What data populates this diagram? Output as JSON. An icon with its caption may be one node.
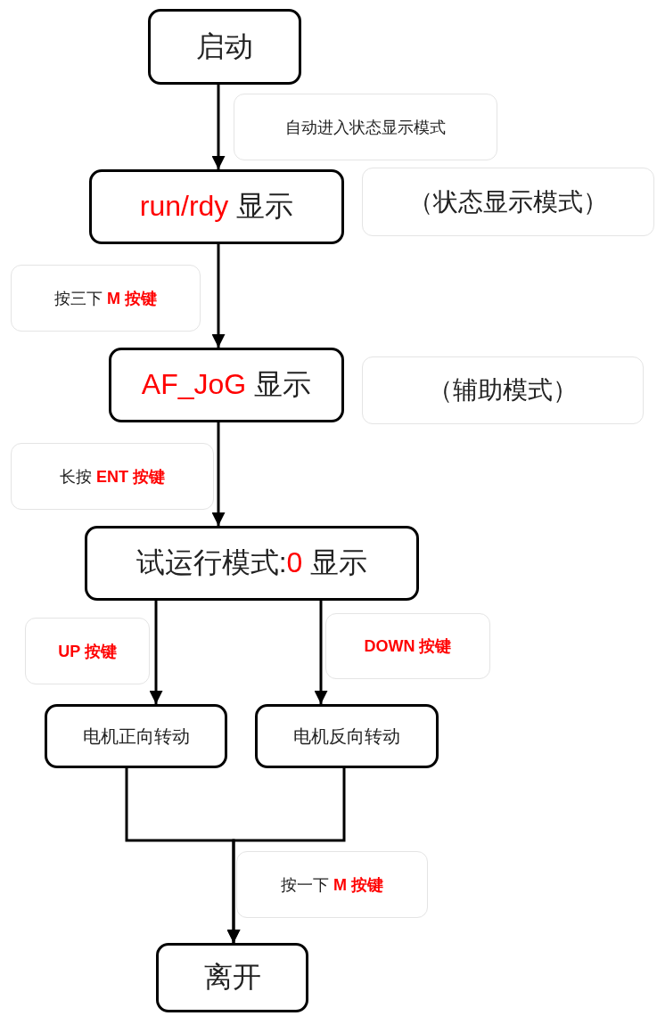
{
  "diagram": {
    "nodes": [
      {
        "text": [
          "启动"
        ]
      },
      {
        "text": [
          "**run/rdy** 显示"
        ],
        "beside": [
          "（状态显示模式）"
        ]
      },
      {
        "text": [
          "**AF_JoG** 显示"
        ],
        "beside": [
          "（辅助模式）"
        ]
      },
      {
        "text": [
          "试运行模式:**0** 显示"
        ]
      },
      {
        "text": [
          "电机正向转动"
        ]
      },
      {
        "text": [
          "电机反向转动"
        ]
      },
      {
        "text": [
          "离开"
        ]
      }
    ],
    "edges": [
      {
        "from": 0,
        "to": 1,
        "arrow": "to",
        "label": "自动进入状态显示模式"
      },
      {
        "from": 1,
        "to": 2,
        "arrow": "to",
        "label": "按三下 **M 按键**"
      },
      {
        "from": 2,
        "to": 3,
        "arrow": "to",
        "label": "长按 **ENT 按键**"
      },
      {
        "from": 3,
        "to": 4,
        "arrow": "to",
        "label": "**UP 按键**"
      },
      {
        "from": 3,
        "to": 5,
        "arrow": "to",
        "label": "**DOWN 按键**"
      },
      {
        "from": 4,
        "to": 6,
        "arrow": "to",
        "label": "按一下 **M 按键**"
      },
      {
        "from": 5,
        "to": 6,
        "arrow": "to"
      }
    ]
  }
}
